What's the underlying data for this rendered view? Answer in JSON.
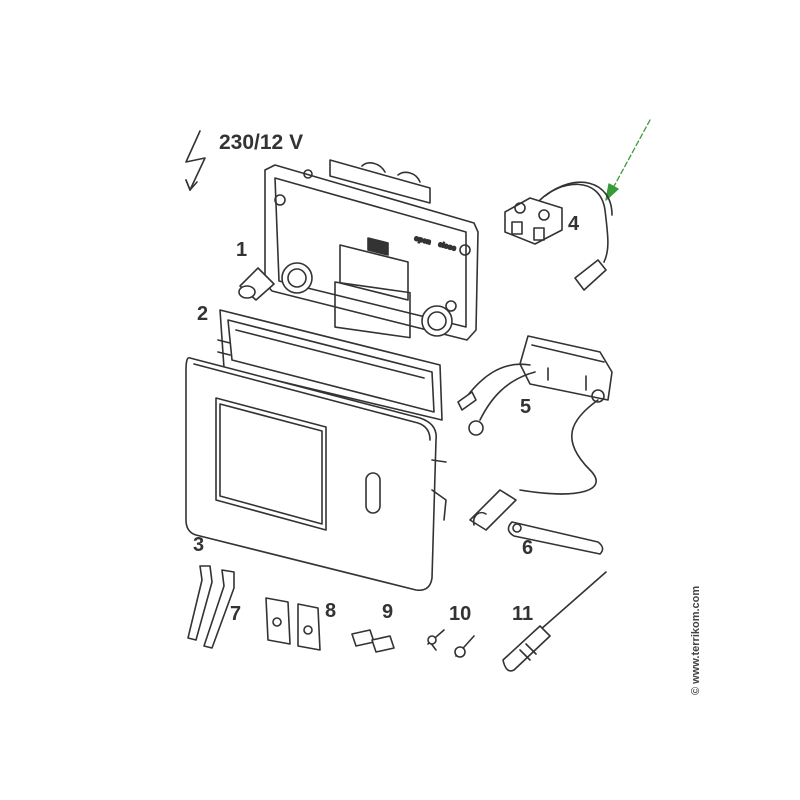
{
  "voltage_label": "230/12 V",
  "watermark": "© www.terrikom.com",
  "part_labels": [
    "1",
    "2",
    "3",
    "4",
    "5",
    "6",
    "7",
    "8",
    "9",
    "10",
    "11"
  ],
  "plate_text": {
    "open": "open",
    "close": "close"
  }
}
